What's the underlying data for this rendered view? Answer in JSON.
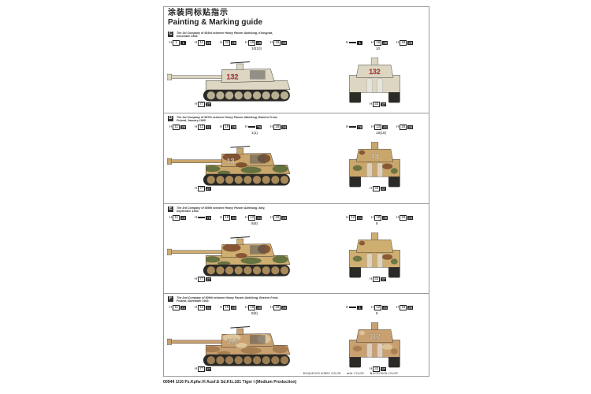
{
  "header": {
    "title_cn": "涂装同标贴指示",
    "title_en": "Painting & Marking guide"
  },
  "sections": [
    {
      "letter": "C",
      "caption": "The 1st Company of 503rd schwere Heavy Panzer Abteilung, Kirovgrad, December 1943.",
      "turret_number": "132",
      "number_color": "#d23a3a",
      "base_color": "#dcd6c2",
      "camo": [],
      "wheel_color": "#b8ae92",
      "callouts": [
        {
          "p": "H",
          "a": "1",
          "b": "1"
        },
        {
          "p": "H",
          "a": "11",
          "b": "29"
        },
        {
          "p": "H",
          "a": "33",
          "b": "28"
        },
        {
          "p": "H",
          "a": "19",
          "b": "29"
        },
        {
          "p": "H",
          "a": "18",
          "b": "28"
        },
        {
          "p": "H",
          "a": "77",
          "b": "27"
        },
        {
          "p": "H",
          "a": "",
          "b": "1"
        },
        {
          "p": "H",
          "a": "18",
          "b": "28"
        },
        {
          "p": "H",
          "a": "18",
          "b": "28"
        },
        {
          "p": "H",
          "a": "33",
          "b": "37"
        }
      ],
      "notes": [
        "10(10)",
        "10"
      ]
    },
    {
      "letter": "D",
      "caption": "The 1st Company of 507th schwere Heavy Panzer Abteilung, Eastern Front, Poland, January 1945.",
      "turret_number": "13",
      "number_color": "#e8e4d8",
      "base_color": "#c9a66b",
      "camo": [
        "#5a6b3a",
        "#7a4a2a"
      ],
      "wheel_color": "#a8895a",
      "callouts": [
        {
          "p": "H",
          "a": "11",
          "b": "29"
        },
        {
          "p": "H",
          "a": "12",
          "b": "41"
        },
        {
          "p": "H",
          "a": "19",
          "b": "28"
        },
        {
          "p": "H",
          "a": "",
          "b": "75"
        },
        {
          "p": "H",
          "a": "18",
          "b": "34"
        },
        {
          "p": "H",
          "a": "77",
          "b": "27"
        },
        {
          "p": "H",
          "a": "",
          "b": "75"
        },
        {
          "p": "H",
          "a": "12",
          "b": "41"
        },
        {
          "p": "H",
          "a": "18",
          "b": "28"
        },
        {
          "p": "H",
          "a": "33",
          "b": "37"
        }
      ],
      "notes": [
        "1(1)",
        "18(18)"
      ]
    },
    {
      "letter": "E",
      "caption": "The 3rd Company of 508th schwere Heavy Panzer Abteilung, Italy, September 1944.",
      "turret_number": "",
      "number_color": "#e8e4d8",
      "base_color": "#cfae72",
      "camo": [
        "#5b6d3c",
        "#7e4c2c"
      ],
      "wheel_color": "#a8895a",
      "callouts": [
        {
          "p": "H",
          "a": "11",
          "b": "23"
        },
        {
          "p": "H",
          "a": "",
          "b": "75"
        },
        {
          "p": "H",
          "a": "18",
          "b": "34"
        },
        {
          "p": "H",
          "a": "12",
          "b": "41"
        },
        {
          "p": "H",
          "a": "18",
          "b": "28"
        },
        {
          "p": "H",
          "a": "77",
          "b": "27"
        },
        {
          "p": "H",
          "a": "12",
          "b": "41"
        },
        {
          "p": "H",
          "a": "18",
          "b": "28"
        },
        {
          "p": "H",
          "a": "18",
          "b": "34"
        },
        {
          "p": "H",
          "a": "33",
          "b": "37"
        }
      ],
      "notes": [
        "8(8)",
        "8"
      ]
    },
    {
      "letter": "F",
      "caption": "The 2nd Company of 509th schwere Heavy Panzer Abteilung, Eastern Front, Poland, November 1943.",
      "turret_number": "312",
      "number_color": "#e0d2b4",
      "base_color": "#c9a070",
      "camo": [
        "#a27a4e",
        "#e0c9a0"
      ],
      "wheel_color": "#9c7d52",
      "callouts": [
        {
          "p": "H",
          "a": "11",
          "b": "21"
        },
        {
          "p": "H",
          "a": "12",
          "b": "41"
        },
        {
          "p": "H",
          "a": "19",
          "b": "28"
        },
        {
          "p": "H",
          "a": "18",
          "b": "28"
        },
        {
          "p": "H",
          "a": "18",
          "b": "34"
        },
        {
          "p": "H",
          "a": "77",
          "b": "27"
        },
        {
          "p": "H",
          "a": "",
          "b": "1"
        },
        {
          "p": "H",
          "a": "12",
          "b": "41"
        },
        {
          "p": "H",
          "a": "18",
          "b": "28"
        },
        {
          "p": "H",
          "a": "33",
          "b": "37"
        }
      ],
      "notes": [
        "8(8)",
        "8"
      ]
    }
  ],
  "legend": [
    {
      "prefix": "H",
      "label": "AQUEOUS HOBBY COLOR"
    },
    {
      "prefix": "■",
      "label": "Mr. COLOR"
    },
    {
      "prefix": "N",
      "label": "ACRYSION COLOR"
    }
  ],
  "footer": "00944 1/16 Pz.Kpfw.VI Ausf.E Sd.Kfz.181 Tiger I (Medium Production)",
  "colors": {
    "track": "#2b2a26",
    "outline": "#222222"
  }
}
